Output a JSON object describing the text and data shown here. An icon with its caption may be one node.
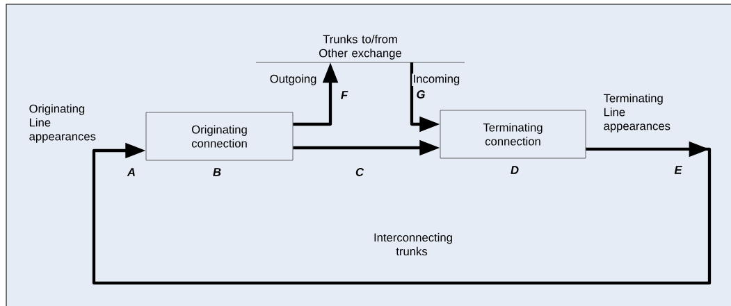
{
  "diagram": {
    "nodes": [
      {
        "text": [
          "Originating connection"
        ]
      },
      {
        "text": [
          "Terminating connection"
        ]
      },
      {
        "text": [
          "Trunks to/from Other exchange"
        ]
      }
    ],
    "edges": [
      {
        "from": 0,
        "to": 1,
        "arrow": "to"
      },
      {
        "from": 0,
        "to": 2,
        "arrow": "to",
        "label": "Outgoing"
      },
      {
        "from": 2,
        "to": 1,
        "arrow": "to",
        "label": "Incoming"
      },
      {
        "from": 1,
        "to": 0,
        "arrow": "to",
        "label": "Interconnecting trunks"
      }
    ],
    "labels": [
      "F",
      "G",
      "Originating Line appearances",
      "Terminating Line appearances",
      "A",
      "B",
      "C",
      "D",
      "E"
    ]
  }
}
